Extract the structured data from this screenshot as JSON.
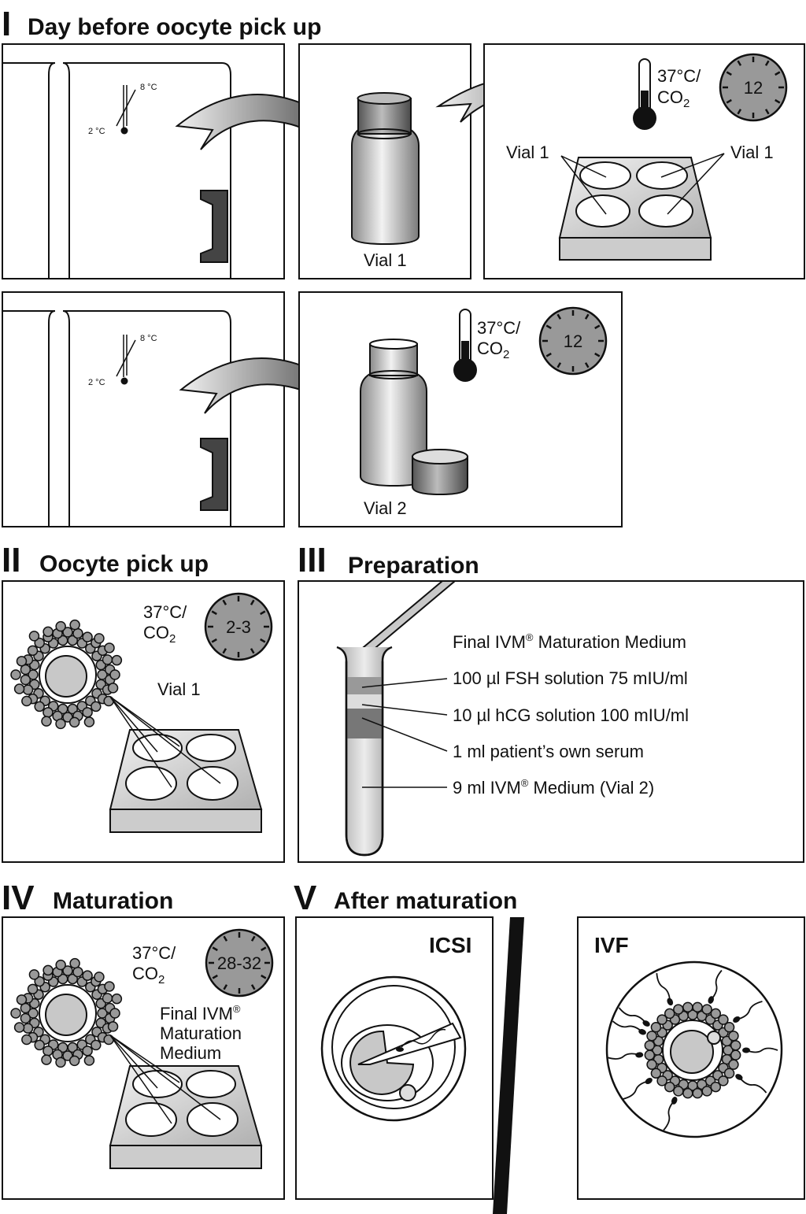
{
  "sections": {
    "s1": {
      "numeral": "I",
      "title": "Day before oocyte pick up"
    },
    "s2": {
      "numeral": "II",
      "title": "Oocyte pick up"
    },
    "s3": {
      "numeral": "III",
      "title": "Preparation"
    },
    "s4": {
      "numeral": "IV",
      "title": "Maturation"
    },
    "s5": {
      "numeral": "V",
      "title": "After maturation"
    }
  },
  "fridge": {
    "high": "8 °C",
    "low": "2 °C"
  },
  "row1": {
    "vial_label": "Vial 1",
    "temp_line1": "37°C/",
    "temp_line2": "CO",
    "temp_sub": "2",
    "clock": "12",
    "dish_left_label": "Vial 1",
    "dish_right_label": "Vial 1"
  },
  "row2": {
    "vial_label": "Vial 2",
    "temp_line1": "37°C/",
    "temp_line2": "CO",
    "temp_sub": "2",
    "clock": "12"
  },
  "pickup": {
    "temp_line1": "37°C/",
    "temp_line2": "CO",
    "temp_sub": "2",
    "clock": "2-3",
    "vial_label": "Vial 1"
  },
  "preparation": {
    "header_pre": "Final IVM",
    "header_reg": "®",
    "header_post": " Maturation Medium",
    "l1": "100 µl FSH solution 75 mIU/ml",
    "l2": "10 µl hCG solution  100 mIU/ml",
    "l3": "1 ml patient’s own serum",
    "l4_pre": "9 ml IVM",
    "l4_reg": "®",
    "l4_post": " Medium (Vial 2)"
  },
  "maturation": {
    "temp_line1": "37°C/",
    "temp_line2": "CO",
    "temp_sub": "2",
    "clock": "28-32",
    "medium_l1_pre": "Final IVM",
    "medium_l1_reg": "®",
    "medium_l2": "Maturation",
    "medium_l3": "Medium"
  },
  "after": {
    "icsi": "ICSI",
    "ivf": "IVF"
  },
  "colors": {
    "stroke": "#111111",
    "fill_light": "#d8d8d8",
    "fill_mid": "#9a9a9a",
    "fill_dark": "#555555"
  }
}
